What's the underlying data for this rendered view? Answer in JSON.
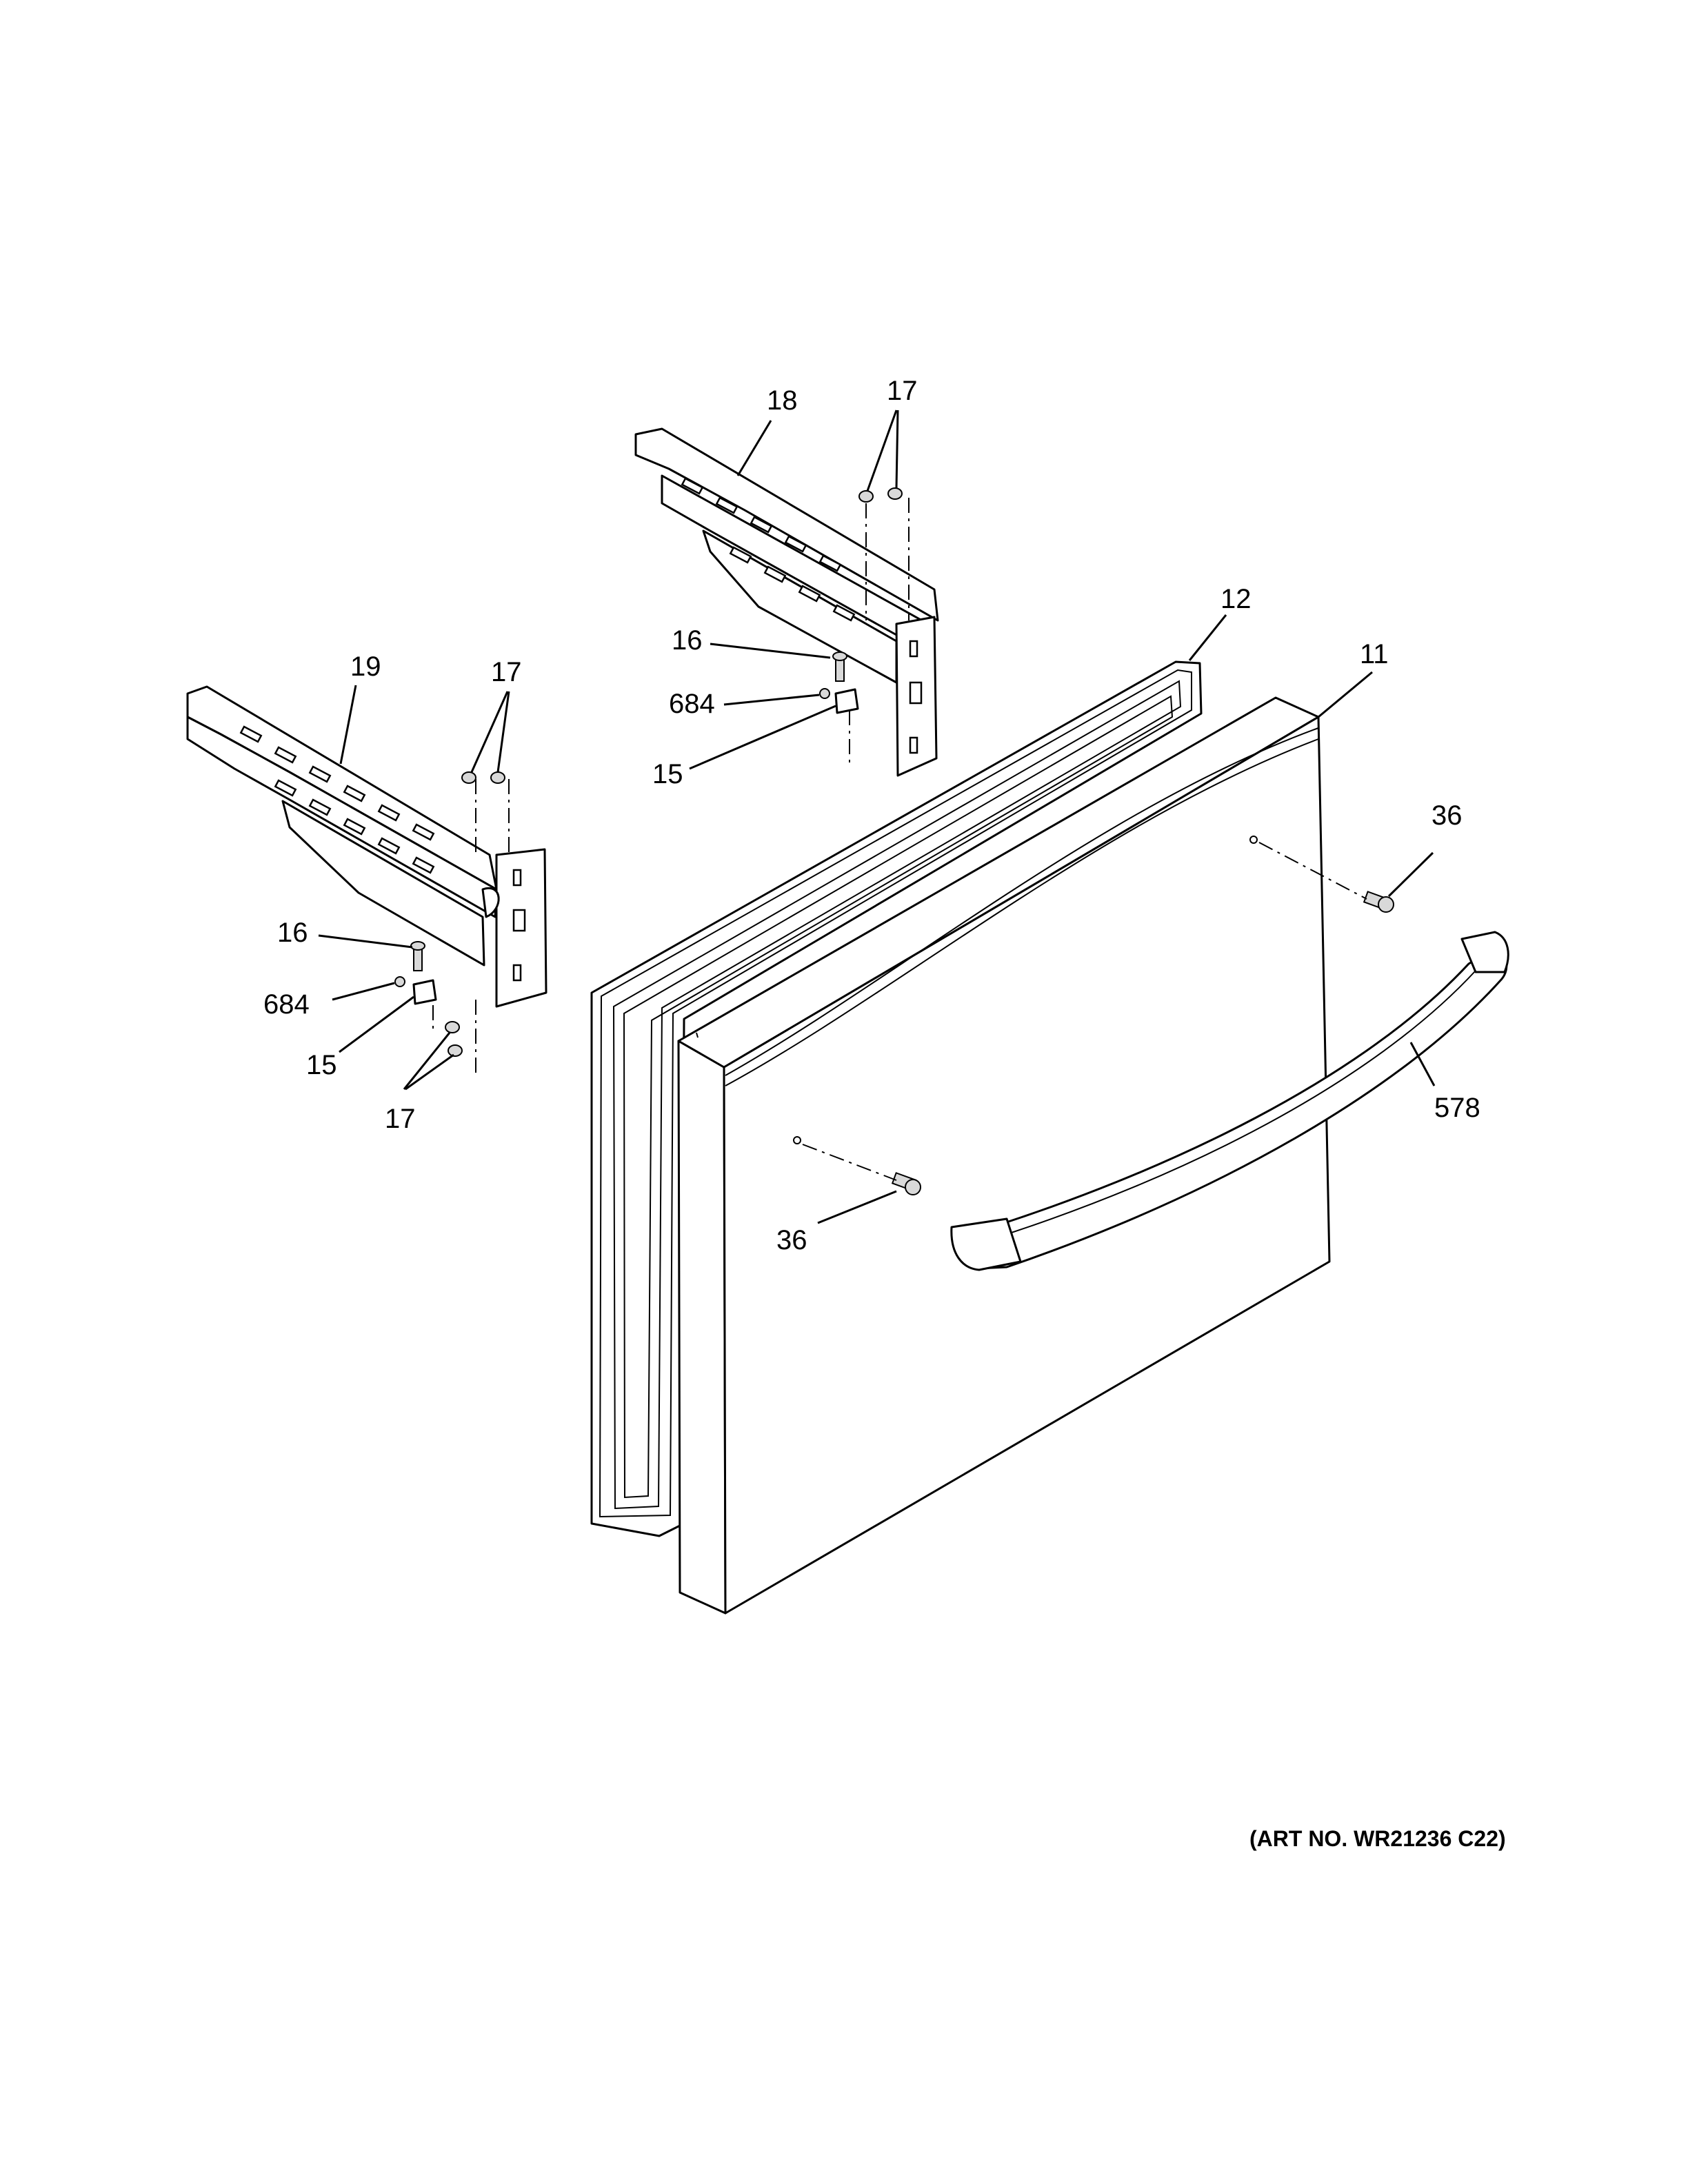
{
  "diagram": {
    "callouts": {
      "c18": "18",
      "c17_top": "17",
      "c12": "12",
      "c11": "11",
      "c16_top": "16",
      "c684_top": "684",
      "c15_top": "15",
      "c19": "19",
      "c17_left": "17",
      "c36_right": "36",
      "c16_left": "16",
      "c684_left": "684",
      "c15_left": "15",
      "c17_bottom": "17",
      "c578": "578",
      "c36_left": "36"
    },
    "art_number": "(ART NO. WR21236 C22)"
  }
}
